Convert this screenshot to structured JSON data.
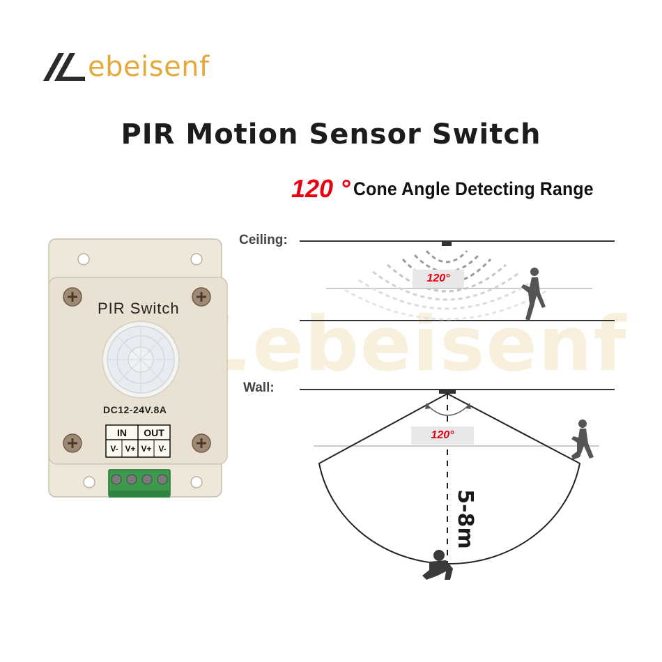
{
  "brand": {
    "name": "ebeisenf",
    "watermark": "ebeisenf",
    "accent_color": "#e3a93a"
  },
  "title": "PIR Motion Sensor Switch",
  "subtitle": {
    "angle": "120 °",
    "text": "Cone Angle Detecting Range",
    "angle_color": "#e60012"
  },
  "device": {
    "label": "PIR Switch",
    "rating": "DC12-24V.8A",
    "terminals": {
      "in_label": "IN",
      "out_label": "OUT",
      "pins": [
        "V-",
        "V+",
        "V+",
        "V-"
      ]
    },
    "icons": [
      "screw-icon",
      "pir-lens-icon",
      "terminal-block-icon"
    ]
  },
  "diagrams": {
    "ceiling": {
      "label": "Ceiling:",
      "angle": "120°"
    },
    "wall": {
      "label": "Wall:",
      "angle": "120°",
      "range": "5-8m"
    }
  }
}
